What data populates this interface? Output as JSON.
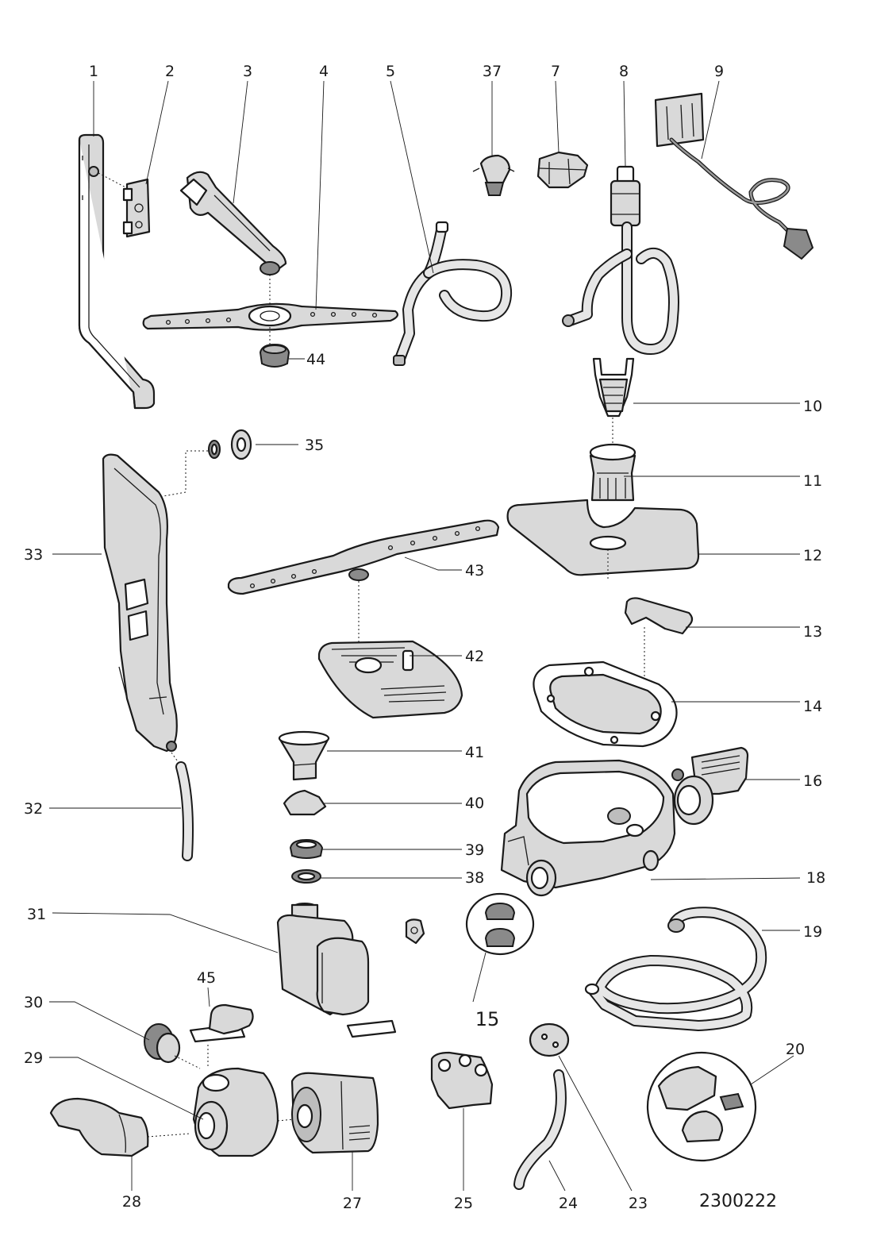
{
  "callouts": {
    "c1": "1",
    "c2": "2",
    "c3": "3",
    "c4": "4",
    "c5": "5",
    "c37": "37",
    "c7": "7",
    "c8": "8",
    "c9": "9",
    "c44": "44",
    "c10": "10",
    "c35": "35",
    "c11": "11",
    "c33": "33",
    "c12": "12",
    "c43": "43",
    "c13": "13",
    "c42": "42",
    "c14": "14",
    "c41": "41",
    "c16": "16",
    "c32": "32",
    "c40": "40",
    "c39": "39",
    "c38": "38",
    "c18": "18",
    "c31": "31",
    "c19": "19",
    "c45": "45",
    "c15": "15",
    "c30": "30",
    "c20": "20",
    "c29": "29",
    "c28": "28",
    "c27": "27",
    "c25": "25",
    "c24": "24",
    "c23": "23"
  },
  "drawing_number": "2300222"
}
